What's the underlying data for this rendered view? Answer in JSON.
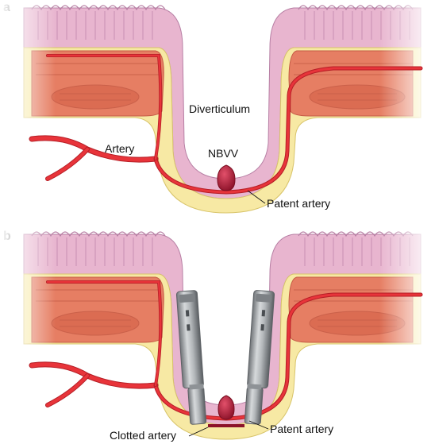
{
  "colors": {
    "mucosa": "#e8b5cf",
    "mucosa_edge": "#b77fa4",
    "fat": "#f7e9a4",
    "fat_edge": "#d8c46a",
    "muscle": "#e67e63",
    "muscle_dark": "#c45a45",
    "artery": "#e8343a",
    "artery_dark": "#b51e26",
    "clot": "#b01e3a",
    "clip_metal": "#a9adb0",
    "clip_dark": "#5e6266"
  },
  "panels": [
    {
      "letter": "a",
      "labels": {
        "diverticulum": "Diverticulum",
        "artery": "Artery",
        "nbvv": "NBVV",
        "patent_artery": "Patent artery"
      }
    },
    {
      "letter": "b",
      "labels": {
        "clotted_artery": "Clotted artery",
        "patent_artery": "Patent artery"
      }
    }
  ],
  "icons": {
    "clip": "endoscopic-clip-icon",
    "bleeding_vessel": "visible-vessel-icon"
  }
}
